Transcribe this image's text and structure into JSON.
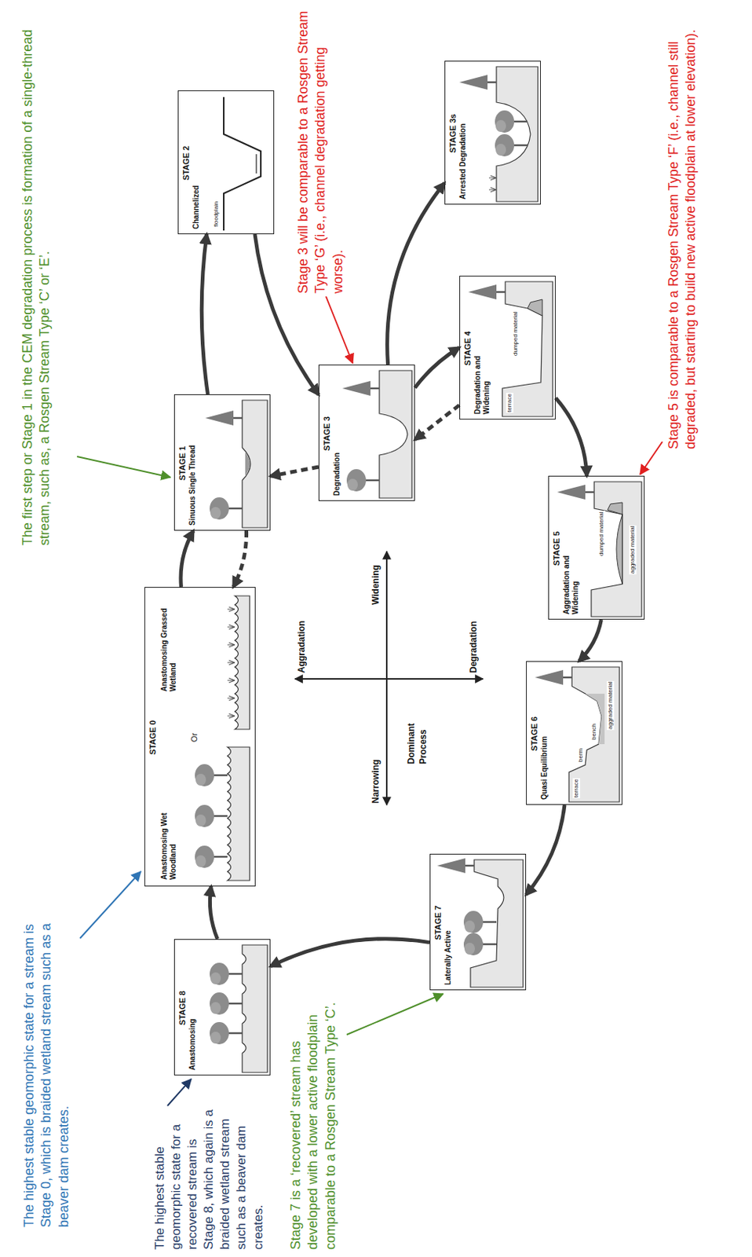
{
  "diagram": {
    "nodes": [
      {
        "text": [
          "STAGE 0",
          "Anastomosing Wet Woodland",
          "Or",
          "Anastomosing Grassed Wetland"
        ]
      },
      {
        "text": [
          "STAGE 1",
          "Sinuous Single Thread"
        ]
      },
      {
        "text": [
          "STAGE 2",
          "Channelized",
          "floodplain"
        ]
      },
      {
        "text": [
          "STAGE 3",
          "Degradation"
        ]
      },
      {
        "text": [
          "STAGE 3s",
          "Arrested Degradation"
        ]
      },
      {
        "text": [
          "STAGE 4",
          "Degradation and Widening",
          "terrace",
          "dumped material"
        ]
      },
      {
        "text": [
          "STAGE 5",
          "Aggradation and Widening",
          "dumped material",
          "aggraded material"
        ]
      },
      {
        "text": [
          "STAGE 6",
          "Quasi Equilibrium",
          "terrace",
          "berm",
          "bench",
          "aggraded material"
        ]
      },
      {
        "text": [
          "STAGE 7",
          "Laterally Active"
        ]
      },
      {
        "text": [
          "STAGE 8",
          "Anastomosing"
        ]
      }
    ],
    "edges": [
      {
        "from": 0,
        "to": 1,
        "arrow": "to"
      },
      {
        "from": 1,
        "to": 2,
        "arrow": "to"
      },
      {
        "from": 2,
        "to": 3,
        "arrow": "to"
      },
      {
        "from": 3,
        "to": 4,
        "arrow": "to"
      },
      {
        "from": 3,
        "to": 5,
        "arrow": "to"
      },
      {
        "from": 5,
        "to": 6,
        "arrow": "to"
      },
      {
        "from": 6,
        "to": 7,
        "arrow": "to"
      },
      {
        "from": 7,
        "to": 8,
        "arrow": "to"
      },
      {
        "from": 8,
        "to": 9,
        "arrow": "to"
      },
      {
        "from": 9,
        "to": 0,
        "arrow": "to"
      },
      {
        "from": 1,
        "to": 0,
        "arrow": "to"
      },
      {
        "from": 3,
        "to": 1,
        "arrow": "to"
      },
      {
        "from": 5,
        "to": 3,
        "arrow": "to"
      }
    ],
    "labels": [
      "The first step or Stage 1 in the CEM degradation process is formation of a single-thread stream, such as, a Rosgen Stream Type ‘C’ or ‘E’.",
      "Stage 3 will be comparable to a Rosgen Stream Type ‘G’ (i.e., channel degradation getting worse).",
      "Stage 5 is comparable to a Rosgen Stream Type ‘F’ (i.e., channel still degraded, but starting to build new active floodplain at lower elevation).",
      "The highest stable geomorphic state for a stream is Stage 0, which is braided wetland stream such as a beaver dam creates.",
      "The highest stable geomorphic state for a recovered stream is Stage 8, which again is a braided wetland stream such as a beaver dam creates.",
      "Stage 7 is a ‘recovered’ stream has developed with a lower active floodplain comparable to a Rosgen Stream Type ‘C’.",
      "Widening",
      "Narrowing",
      "Aggradation",
      "Degradation",
      "Dominant Process"
    ]
  }
}
